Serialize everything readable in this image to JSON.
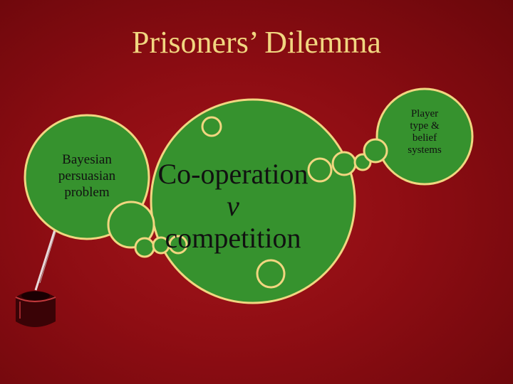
{
  "slide": {
    "title": "Prisoners’ Dilemma",
    "center_label": {
      "line1": "Co-operation",
      "line2": "v",
      "line3": "competition"
    },
    "left_label": {
      "line1": "Bayesian",
      "line2": "persuasian",
      "line3": "problem"
    },
    "right_label": {
      "line1": "Player",
      "line2": "type &",
      "line3": "belief",
      "line4": "systems"
    }
  },
  "colors": {
    "background": "#8e0d13",
    "bubble_fill": "#36922e",
    "bubble_outline": "#f1d680",
    "title_text": "#f1d680",
    "label_text": "#111111"
  },
  "icons": {
    "decoration": "ink-pot-with-quill-icon"
  }
}
